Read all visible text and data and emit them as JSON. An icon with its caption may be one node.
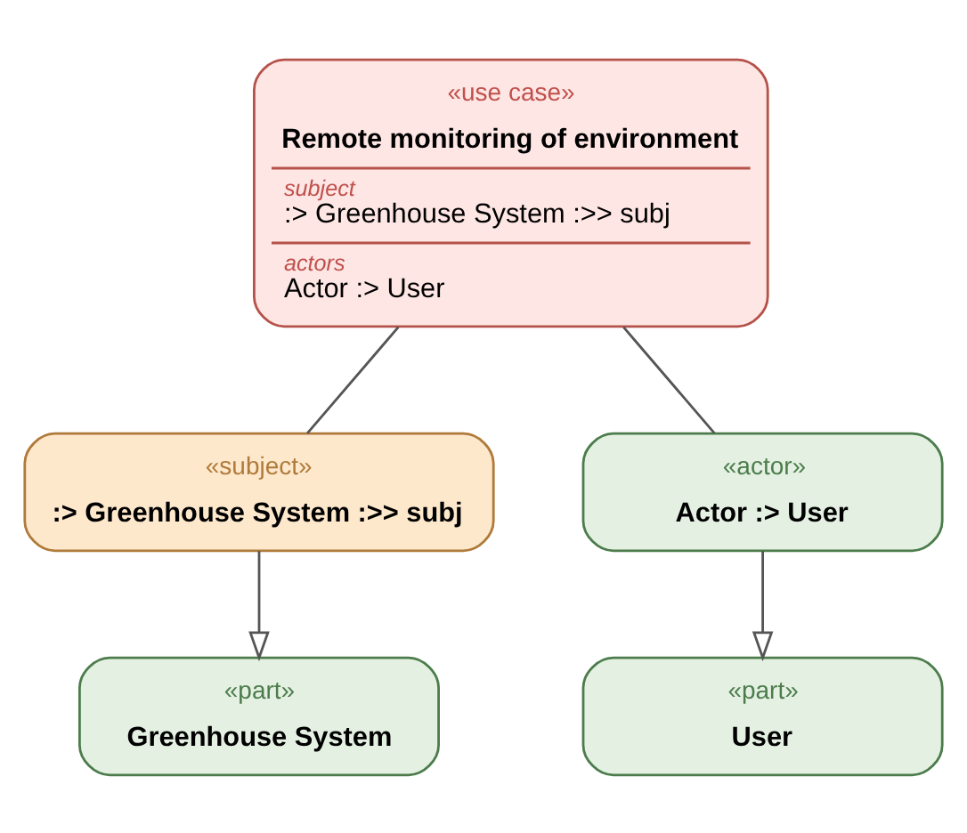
{
  "diagram": {
    "nodes": [
      {
        "text": [
          "«use case»",
          "Remote monitoring of environment",
          "subject",
          ":> Greenhouse System :>> subj",
          "actors",
          "Actor :> User"
        ]
      },
      {
        "text": [
          "«subject»",
          ":> Greenhouse System :>> subj"
        ]
      },
      {
        "text": [
          "«actor»",
          "Actor :> User"
        ]
      },
      {
        "text": [
          "«part»",
          "Greenhouse System"
        ]
      },
      {
        "text": [
          "«part»",
          "User"
        ]
      }
    ],
    "edges": [
      {
        "from": 0,
        "to": 1,
        "arrow": "none"
      },
      {
        "from": 0,
        "to": 2,
        "arrow": "none"
      },
      {
        "from": 1,
        "to": 3,
        "arrow": "to"
      },
      {
        "from": 2,
        "to": 4,
        "arrow": "to"
      }
    ]
  }
}
